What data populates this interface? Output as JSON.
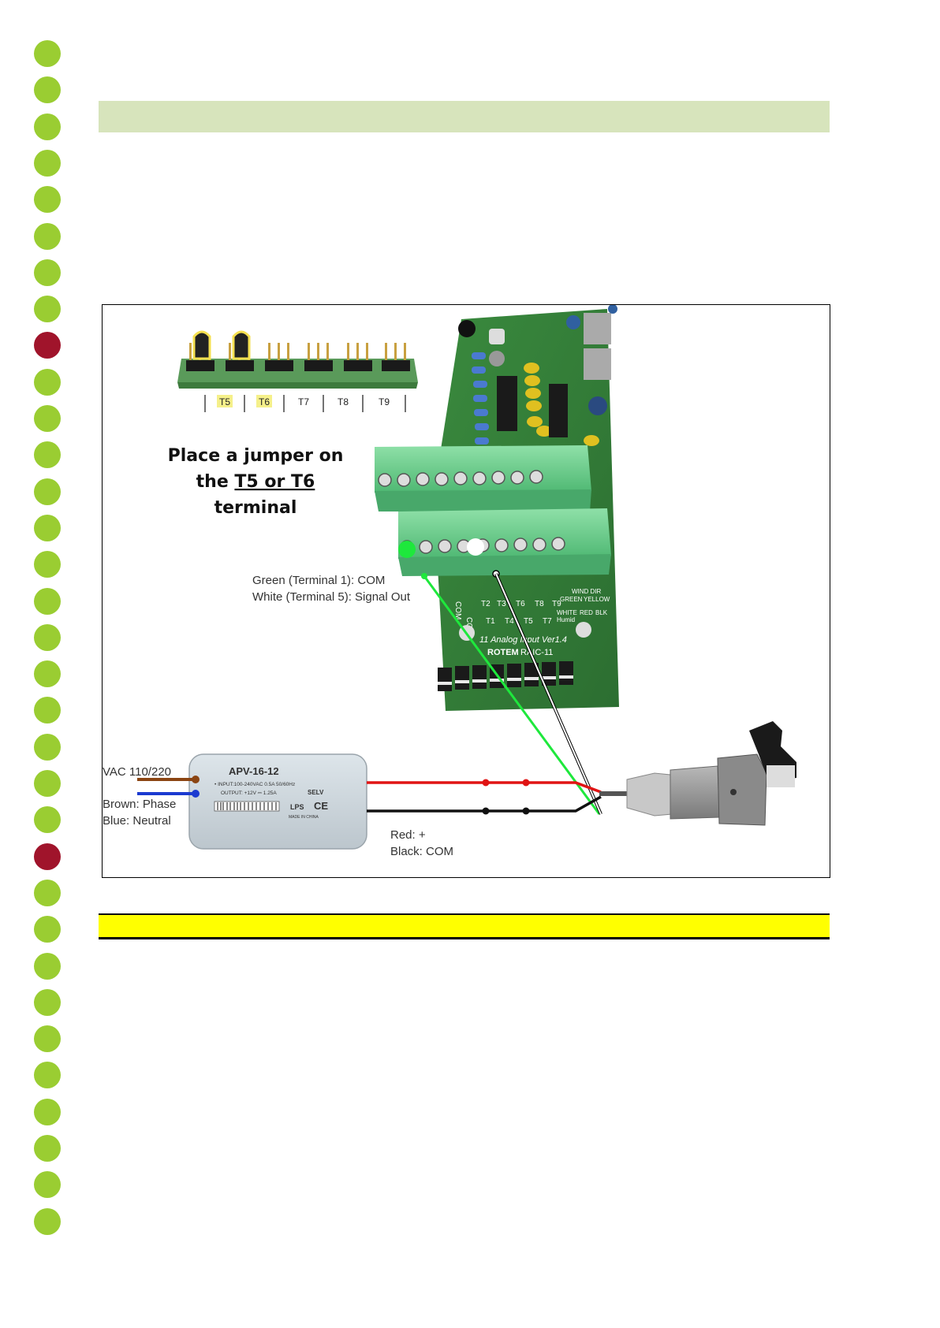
{
  "sidebar": {
    "dot_colors": {
      "normal": "#9acd32",
      "highlight": "#a0142b"
    },
    "highlight_indices": [
      8,
      22
    ],
    "dot_count": 33
  },
  "bands": {
    "section_color": "#d7e4bc",
    "warning_color": "#ffff00"
  },
  "figure": {
    "header_strip_labels": [
      "T5",
      "T6",
      "T7",
      "T8",
      "T9"
    ],
    "jumper_instruction": {
      "line1": "Place a jumper on",
      "line2_prefix": "the ",
      "line2_underlined": "T5 or T6",
      "line3": "terminal"
    },
    "wire_labels": {
      "green": "Green (Terminal 1): COM",
      "white": "White (Terminal 5): Signal Out"
    },
    "power_supply": {
      "model": "APV-16-12",
      "input_line": "• INPUT:100-240VAC 0.5A 50/60Hz",
      "output_line": "OUTPUT: +12V ⎓ 1.25A",
      "marks": [
        "SELV",
        "LPS",
        "CE"
      ],
      "made_in": "MADE IN CHINA"
    },
    "ac_labels": {
      "voltage": "VAC 110/220",
      "brown": "Brown: Phase",
      "blue": "Blue: Neutral"
    },
    "dc_labels": {
      "red": "Red: +",
      "black": "Black: COM"
    },
    "board": {
      "terminal_labels": [
        "COM",
        "COM",
        "T2",
        "T3",
        "T6",
        "T8",
        "T9"
      ],
      "terminal_labels_row2": [
        "T1",
        "T4",
        "T5",
        "T7"
      ],
      "side_labels": [
        "WIND DIR",
        "GREEN",
        "YELLOW",
        "WHITE",
        "RED",
        "BLK",
        "Humid"
      ],
      "title": "11 Analog Input Ver1.4",
      "brand": "ROTEM",
      "code": "RAIC-11"
    }
  }
}
